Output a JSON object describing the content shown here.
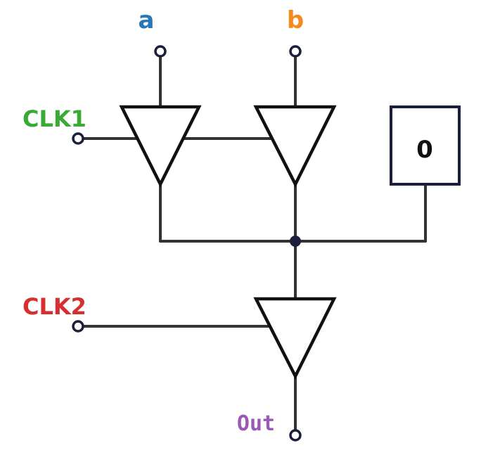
{
  "labels": {
    "input_a": "a",
    "input_b": "b",
    "clk1": "CLK1",
    "clk2": "CLK2",
    "const_value": "0",
    "output": "Out"
  },
  "colors": {
    "input_a": "#2878b8",
    "input_b": "#f5891e",
    "clk1": "#3aaa35",
    "clk2": "#d62f2f",
    "output": "#9b59b6",
    "wire": "#333333",
    "pin": "#1b1f3b"
  }
}
